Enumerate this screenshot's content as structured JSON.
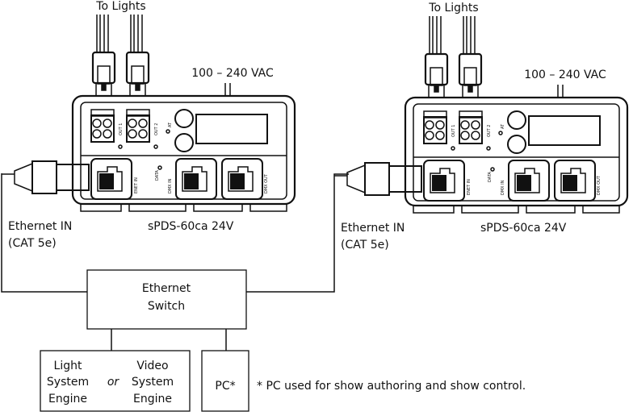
{
  "devices": [
    {
      "to_lights": "To Lights",
      "power": "100 – 240 VAC",
      "model": "sPDS-60ca 24V",
      "ethernet_in": "Ethernet IN",
      "cable": "(CAT 5e)",
      "ports": {
        "out1": "OUT 1",
        "out2": "OUT 2",
        "at": "AT",
        "data": "DATA",
        "enet_in": "ENET IN",
        "dmx_in": "DMX IN",
        "dmx_out": "DMX OUT"
      }
    },
    {
      "to_lights": "To Lights",
      "power": "100 – 240 VAC",
      "model": "sPDS-60ca 24V",
      "ethernet_in": "Ethernet IN",
      "cable": "(CAT 5e)",
      "ports": {
        "out1": "OUT 1",
        "out2": "OUT 2",
        "at": "AT",
        "data": "DATA",
        "enet_in": "ENET IN",
        "dmx_in": "DMX IN",
        "dmx_out": "DMX OUT"
      }
    }
  ],
  "switch": {
    "line1": "Ethernet",
    "line2": "Switch"
  },
  "engines": {
    "light": [
      "Light",
      "System",
      "Engine"
    ],
    "or": "or",
    "video": [
      "Video",
      "System",
      "Engine"
    ]
  },
  "pc": {
    "label": "PC*"
  },
  "footnote": "* PC used for show authoring and show control."
}
